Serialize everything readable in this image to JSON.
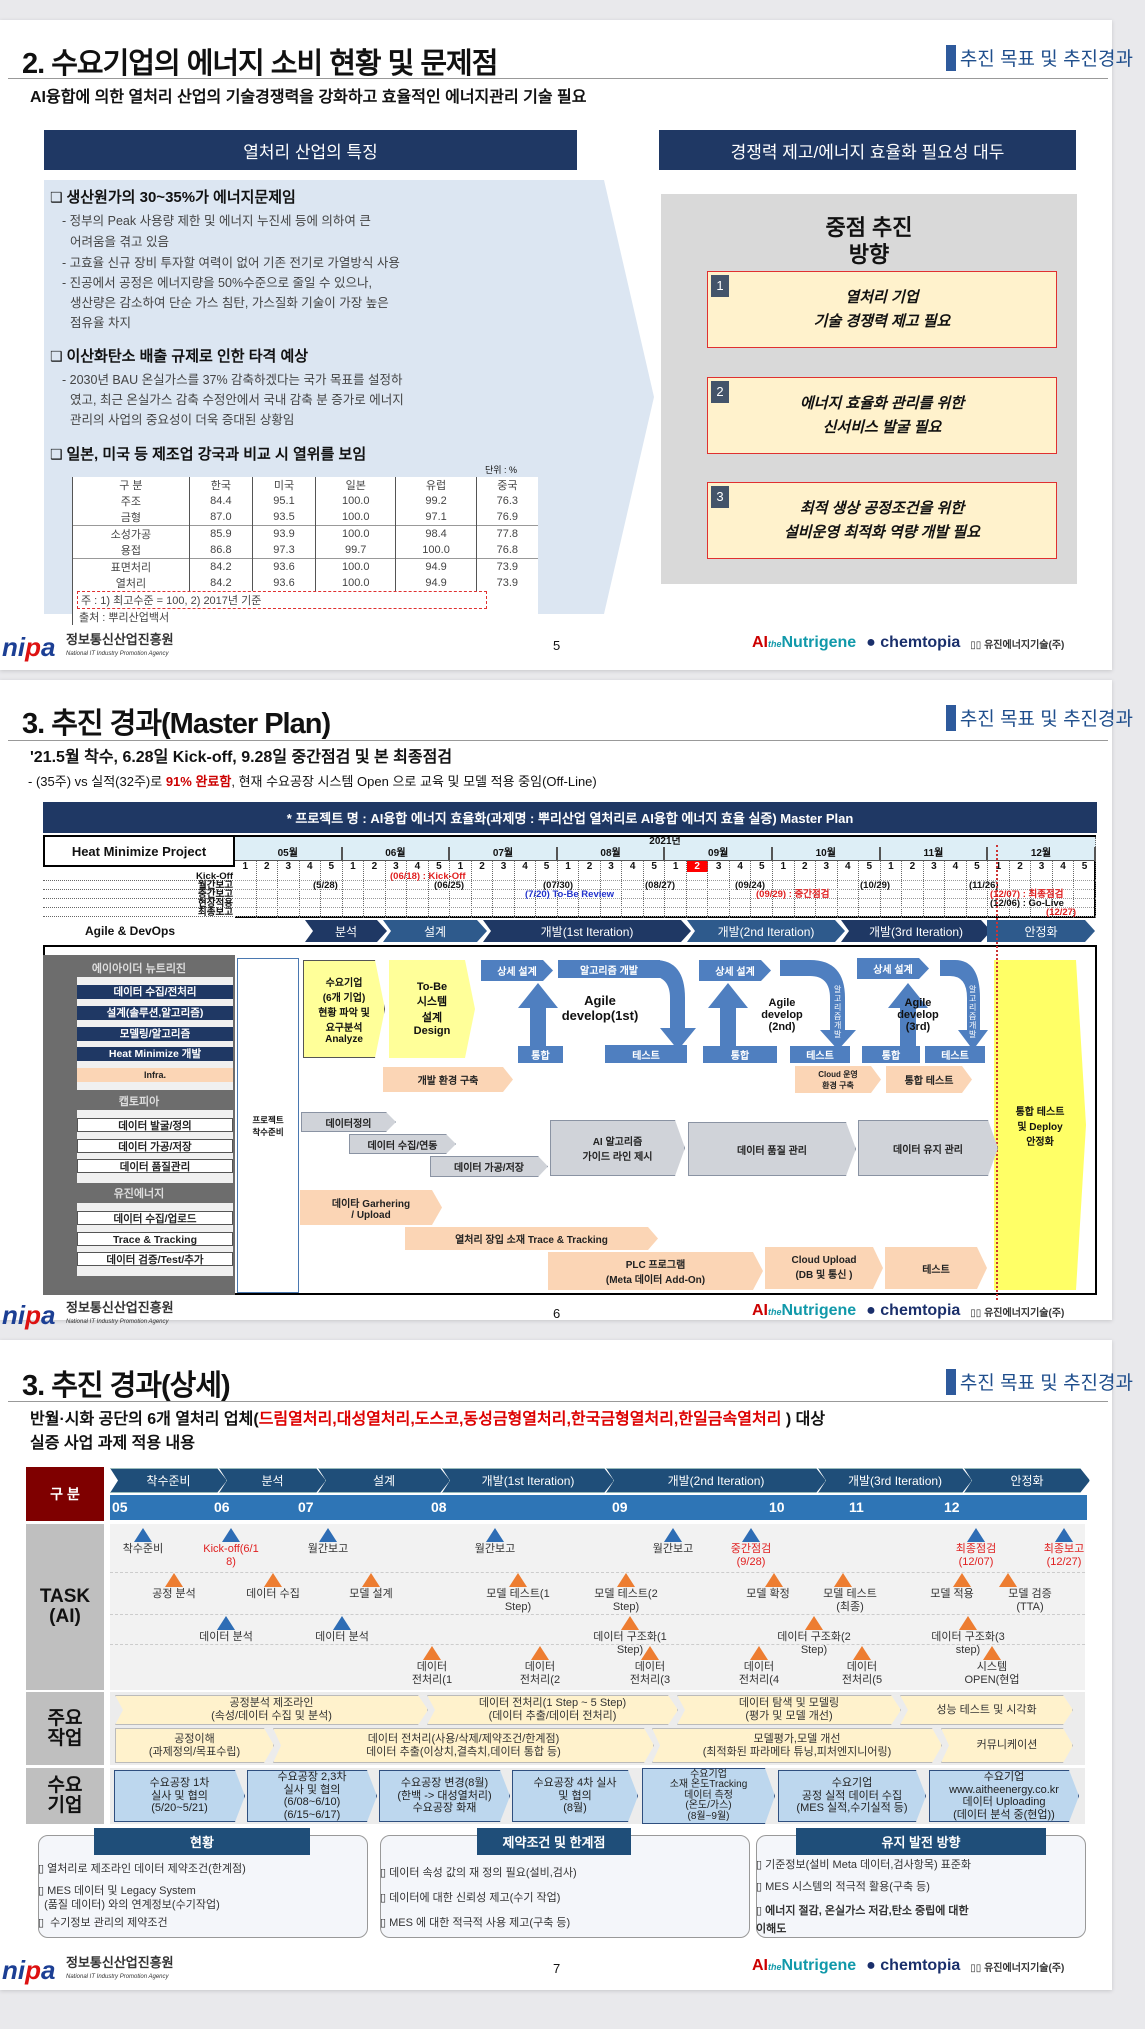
{
  "common": {
    "section_tag": "추진 목표 및 추진경과",
    "footer": {
      "logo": "nipa",
      "org": "정보통신산업진흥원",
      "org_en": "National IT Industry Promotion Agency",
      "partners": [
        "AI",
        "the",
        "Nutrigene",
        "chemtopia",
        "유진에너지기술(주)"
      ]
    }
  },
  "slide1": {
    "title": "2. 수요기업의 에너지 소비 현황 및 문제점",
    "subtitle": "AI융합에 의한 열처리 산업의 기술경쟁력을 강화하고 효율적인 에너지관리 기술 필요",
    "left_header": "열처리 산업의 특징",
    "right_header": "경쟁력 제고/에너지 효율화 필요성 대두",
    "points": [
      {
        "heading": "생산원가의 30~35%가 에너지문제임",
        "lines": [
          "- 정부의 Peak 사용량 제한 및 에너지 누진세 등에 의하여 큰",
          "어려움을 겪고 있음",
          "- 고효율 신규 장비 투자할 여력이 없어 기존 전기로 가열방식 사용",
          "- 진공에서 공정은 에너지량을 50%수준으로 줄일 수 있으나,",
          "생산량은 감소하여 단순 가스 침탄, 가스질화 기술이 가장 높은",
          "점유율 차지"
        ]
      },
      {
        "heading": "이산화탄소 배출 규제로 인한 타격 예상",
        "lines": [
          "- 2030년 BAU 온실가스를 37% 감축하겠다는 국가 목표를 설정하",
          "였고, 최근 온실가스 감축 수정안에서 국내 감축 분 증가로 에너지",
          "관리의 사업의 중요성이 더욱 증대된 상황임"
        ]
      },
      {
        "heading": "일본, 미국 등 제조업 강국과 비교 시 열위를 보임"
      }
    ],
    "table": {
      "unit": "단위 : %",
      "headers": [
        "구 분",
        "한국",
        "미국",
        "일본",
        "유럽",
        "중국"
      ],
      "rows": [
        [
          "주조",
          "84.4",
          "95.1",
          "100.0",
          "99.2",
          "76.3"
        ],
        [
          "금형",
          "87.0",
          "93.5",
          "100.0",
          "97.1",
          "76.9"
        ],
        [
          "소성가공",
          "85.9",
          "93.9",
          "100.0",
          "98.4",
          "77.8"
        ],
        [
          "용접",
          "86.8",
          "97.3",
          "99.7",
          "100.0",
          "76.8"
        ],
        [
          "표면처리",
          "84.2",
          "93.6",
          "100.0",
          "94.9",
          "73.9"
        ],
        [
          "열처리",
          "84.2",
          "93.6",
          "100.0",
          "94.9",
          "73.9"
        ]
      ],
      "note": "주 : 1) 최고수준 = 100, 2) 2017년 기준",
      "source": "출처 : 뿌리산업백서"
    },
    "focus": {
      "title1": "중점 추진",
      "title2": "방향",
      "items": [
        {
          "num": "1",
          "l1": "열처리 기업",
          "l2": "기술 경쟁력 제고 필요"
        },
        {
          "num": "2",
          "l1": "에너지 효율화 관리를 위한",
          "l2": "신서비스 발굴 필요"
        },
        {
          "num": "3",
          "l1": "최적 생상 공정조건을 위한",
          "l2": "설비운영 최적화 역량 개발 필요"
        }
      ]
    },
    "page": "5"
  },
  "slide2": {
    "title": "3. 추진 경과(Master Plan)",
    "sub1": "'21.5월 착수, 6.28일 Kick-off, 9.28일 중간점검 및 본 최종점검",
    "sub2a": "- (35주) vs 실적(32주)로 ",
    "sub2b": "91% 완료함",
    "sub2c": ", 현재 수요공장 시스템 Open 으로 교육 및 모델 적용 중임(Off-Line)",
    "banner": "* 프로젝트 명 : AI융합 에너지 효율화(과제명 : 뿌리산업 열처리로 AI융합 에너지 효율 실증) Master Plan",
    "project": "Heat Minimize Project",
    "year": "2021년",
    "months": [
      "05월",
      "06월",
      "07월",
      "08월",
      "09월",
      "10월",
      "11월",
      "12월"
    ],
    "weeks": [
      "1",
      "2",
      "3",
      "4",
      "5"
    ],
    "highlight_week": {
      "month": "09월",
      "week": "2",
      "color": "#ff0000"
    },
    "milestone_rows": [
      "Kick-Off",
      "월간보고",
      "중간보고",
      "현장적용",
      "최종보고"
    ],
    "milestones": {
      "kickoff": "(06/18) : Kick-Off",
      "m1": "(5/28)",
      "m2": "(06/25)",
      "m3": "(07/30)",
      "m4": "(08/27)",
      "m5": "(09/24)",
      "m6": "(10/29)",
      "m7": "(11/26)",
      "review": "(7/20) To-Be Review",
      "mid": "(09/29) : 중간점검",
      "final": "(12/07) : 최종점검",
      "golive": "(12/06) : Go-Live",
      "report": "(12/27)"
    },
    "agile_label": "Agile & DevOps",
    "phases": [
      "분석",
      "설계",
      "개발(1st Iteration)",
      "개발(2nd Iteration)",
      "개발(3rd Iteration)",
      "안정화"
    ],
    "teams": [
      {
        "name": "에이아이더 뉴트리진",
        "items": [
          "데이터 수집/전처리",
          "설계(솔루션,알고리즘)",
          "모델링/알고리즘",
          "Heat Minimize 개발",
          "Infra."
        ]
      },
      {
        "name": "캡토피아",
        "items": [
          "데이터 발굴/정의",
          "데이터 가공/저장",
          "데이터 품질관리"
        ]
      },
      {
        "name": "유진에너지",
        "items": [
          "데이터 수집/업로드",
          "Trace & Tracking",
          "데이터 검증/Test/추가"
        ]
      }
    ],
    "prep": "프로젝트\n착수준비",
    "analyze": "수요기업\n(6개 기업)\n현황 파악 및\n요구분석\nAnalyze",
    "design": "To-Be\n시스템\n설계\nDesign",
    "devenv": "개발 환경 구축",
    "loop1": {
      "design": "상세 설계",
      "algo": "알고리즘 개발",
      "title": "Agile\ndevelop(1st)",
      "integ": "통합",
      "test": "테스트"
    },
    "loop2": {
      "design": "상세 설계",
      "algo": "알고리즘개발",
      "title": "Agile\ndevelop\n(2nd)",
      "integ": "통합",
      "test": "테스트"
    },
    "loop3": {
      "design": "상세 설계",
      "algo": "알고리즘개발",
      "title": "Agile\ndevelop\n(3rd)",
      "integ": "통합",
      "test": "테스트"
    },
    "cloudenv": "Cloud 운영\n환경 구축",
    "inttest": "통합 테스트",
    "stabilize": "통합 테스트\n및 Deploy\n안정화",
    "data": {
      "define": "데이터정의",
      "collect": "데이터 수집/연동",
      "process": "데이터 가공/저장",
      "ai": "AI 알고리즘\n가이드 라인 제시",
      "quality": "데이터 품질 관리",
      "maintain": "데이터 유지 관리"
    },
    "field": {
      "gather": "데이타 Garhering\n/ Upload",
      "trace": "열처리 장입 소재 Trace & Tracking",
      "plc": "PLC 프로그램\n(Meta 데이터 Add-On)",
      "cloud": "Cloud Upload\n(DB 및 통신 )",
      "test": "테스트"
    },
    "page": "6"
  },
  "slide3": {
    "title": "3. 추진 경과(상세)",
    "sub_a": "반월·시화 공단의 6개 열처리 업체(",
    "sub_red": "드림열처리,대성열처리,도스코,동성금형열처리,한국금형열처리,한일금속열처리",
    "sub_b": " ) 대상",
    "sub2": "실증 사업 과제 적용 내용",
    "col_label": "구 분",
    "phases": [
      "착수준비",
      "분석",
      "설계",
      "개발(1st Iteration)",
      "개발(2nd Iteration)",
      "개발(3rd Iteration)",
      "안정화"
    ],
    "months": [
      "05",
      "06",
      "07",
      "08",
      "09",
      "10",
      "11",
      "12"
    ],
    "row_labels": {
      "task": "TASK\n(AI)",
      "work": "주요\n작업",
      "client": "수요\n기업"
    },
    "tasks": [
      {
        "t": "착수준비",
        "c": "blue"
      },
      {
        "t": "Kick-off(6/1\n8)",
        "c": "blue",
        "red": true
      },
      {
        "t": "월간보고",
        "c": "blue"
      },
      {
        "t": "월간보고",
        "c": "blue"
      },
      {
        "t": "월간보고",
        "c": "blue"
      },
      {
        "t": "중간점검\n(9/28)",
        "c": "blue",
        "red": true
      },
      {
        "t": "최종점검\n(12/07)",
        "c": "blue",
        "red": true
      },
      {
        "t": "최종보고\n(12/27)",
        "c": "blue",
        "red": true
      },
      {
        "t": "공정 분석",
        "c": "orange"
      },
      {
        "t": "데이터 수집",
        "c": "orange"
      },
      {
        "t": "모델 설계",
        "c": "orange"
      },
      {
        "t": "모델 테스트(1\nStep)",
        "c": "orange"
      },
      {
        "t": "모델 테스트(2\nStep)",
        "c": "orange"
      },
      {
        "t": "모델 확정",
        "c": "orange"
      },
      {
        "t": "모델 테스트\n(최종)",
        "c": "orange"
      },
      {
        "t": "모델 적용",
        "c": "orange"
      },
      {
        "t": "모델 검증\n(TTA)",
        "c": "orange"
      },
      {
        "t": "데이터 분석",
        "c": "blue"
      },
      {
        "t": "데이터 분석",
        "c": "blue"
      },
      {
        "t": "데이터 구조화(1\nStep)",
        "c": "orange"
      },
      {
        "t": "데이터 구조화(2\nStep)",
        "c": "orange"
      },
      {
        "t": "데이터 구조화(3\nstep)",
        "c": "orange"
      },
      {
        "t": "데이터\n전처리(1",
        "c": "orange"
      },
      {
        "t": "데이터\n전처리(2",
        "c": "orange"
      },
      {
        "t": "데이터\n전처리(3",
        "c": "orange"
      },
      {
        "t": "데이터\n전처리(4",
        "c": "orange"
      },
      {
        "t": "데이터\n전처리(5",
        "c": "orange"
      },
      {
        "t": "시스템\nOPEN(현업",
        "c": "orange"
      }
    ],
    "work_row1": [
      "공정분석 제조라인\n(속성/데이터 수집 및 분석)",
      "데이터 전처리(1 Step ~ 5 Step)\n(데이터 추출/데이터 전처리)",
      "데이터 탐색 및 모델링\n(평가 및 모델 개선)",
      "성능 테스트 및 시각화"
    ],
    "work_row2": [
      "공정이해\n(과제정의/목표수립)",
      "데이터 전처리(사용/삭제/제약조건/한계점)\n데이터 추출(이상치,결측치,데이터 통합 등)",
      "모델평가,모델 개선\n(최적화된 파라메타 튜닝,피처엔지니어링)",
      "커뮤니케이션"
    ],
    "clients": [
      "수요공장 1차\n실사 및 협의\n(5/20~5/21)",
      "수요공장 2,3차\n실사 및 협의\n(6/08~6/10)\n(6/15~6/17)",
      "수요공장 변경(8월)\n(한백 -> 대성열처리)\n수요공장 화재",
      "수요공장 4차 실사\n및 협의\n(8월)",
      "수요기업\n소재 온도Tracking\n데이터 측정\n(온도/가스)\n(8월~9월)",
      "수요기업\n공정 실적 데이터 수집\n(MES 실적,수기실적 등)",
      "수요기업\nwww.aitheenergy.co.kr\n데이터 Uploading\n(데이터 분석 중(현업))"
    ],
    "boxes": [
      {
        "title": "현황",
        "items": [
          "열처리로 제조라인 데이터 제약조건(한계점)",
          "MES 데이터 및 Legacy System\n  (품질 데이터) 와의 연계정보(수기작업)",
          " 수기정보 관리의 제약조건"
        ]
      },
      {
        "title": "제약조건 및 한계점",
        "items": [
          "데이터 속성 값의 재 정의 필요(설비,검사)",
          "데이터에 대한 신뢰성 제고(수기 작업)",
          "MES 에 대한 적극적 사용 제고(구축 등)"
        ]
      },
      {
        "title": "유지 발전 방향",
        "items": [
          "기준정보(설비 Meta 데이터,검사항목) 표준화",
          "MES 시스템의 적극적 활용(구축 등)",
          "에너지 절감, 온실가스 저감,탄소 중립에 대한\n이해도"
        ]
      }
    ],
    "page": "7"
  }
}
